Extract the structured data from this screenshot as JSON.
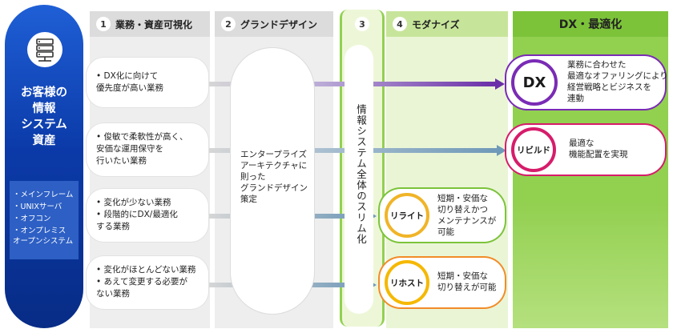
{
  "left": {
    "title": "お客様の\n情報\nシステム\n資産",
    "icon": "server-icon",
    "systems": [
      "・メインフレーム",
      "・UNIXサーバ",
      "・オフコン",
      "・オンプレミス",
      "  オープンシステム"
    ]
  },
  "columns": [
    {
      "num": "1",
      "label": "業務・資産可視化"
    },
    {
      "num": "2",
      "label": "グランドデザイン"
    },
    {
      "num": "3",
      "label": ""
    },
    {
      "num": "4",
      "label": "モダナイズ"
    }
  ],
  "dx_column": {
    "label": "DX・最適化"
  },
  "tasks": [
    {
      "lines": [
        "• DX化に向けて",
        "  優先度が高い業務"
      ]
    },
    {
      "lines": [
        "• 俊敏で柔軟性が高く、",
        "  安価な運用保守を",
        "  行いたい業務"
      ]
    },
    {
      "lines": [
        "• 変化が少ない業務",
        "• 段階的にDX/最適化",
        "  する業務"
      ]
    },
    {
      "lines": [
        "• 変化がほとんどない業務",
        "• あえて変更する必要が",
        "  ない業務"
      ]
    }
  ],
  "grand_design": {
    "text": "エンタープライズ\nアーキテクチャに\n則った\nグランドデザイン\n策定"
  },
  "slim": {
    "text": "情報システム全体のスリム化"
  },
  "outcomes": [
    {
      "badge": "DX",
      "lines": [
        "業務に合わせた",
        "最適なオファリングにより",
        "経営戦略とビジネスを",
        "連動"
      ]
    },
    {
      "badge": "リビルド",
      "lines": [
        "最適な",
        "機能配置を実現"
      ]
    },
    {
      "badge": "リライト",
      "lines": [
        "短期・安価な",
        "切り替えかつ",
        "メンテナンスが",
        "可能"
      ]
    },
    {
      "badge": "リホスト",
      "lines": [
        "短期・安価な",
        "切り替えが可能"
      ]
    }
  ],
  "colors": {
    "blue": "#0b3aa8",
    "green": "#92d050",
    "purple": "#6a2ea8",
    "teal": "#6f99b8"
  }
}
